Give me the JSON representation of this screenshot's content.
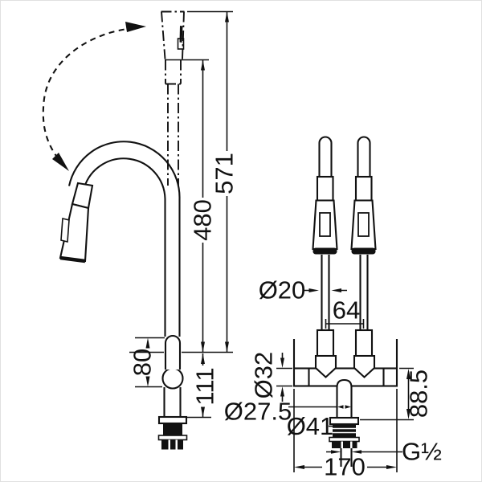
{
  "colors": {
    "line": "#111111",
    "background": "#ffffff"
  },
  "side_view": {
    "overall_height": "571",
    "height_to_spout": "480",
    "handle_length": "80",
    "spout_to_base": "111"
  },
  "front_view": {
    "tube_diameter": "Ø20",
    "tube_spacing": "64",
    "body_diameter": "Ø32",
    "shank_diameter": "Ø27.5",
    "nut_diameter": "Ø41",
    "base_height": "88.5",
    "thread_size": "G½",
    "base_width": "170"
  }
}
